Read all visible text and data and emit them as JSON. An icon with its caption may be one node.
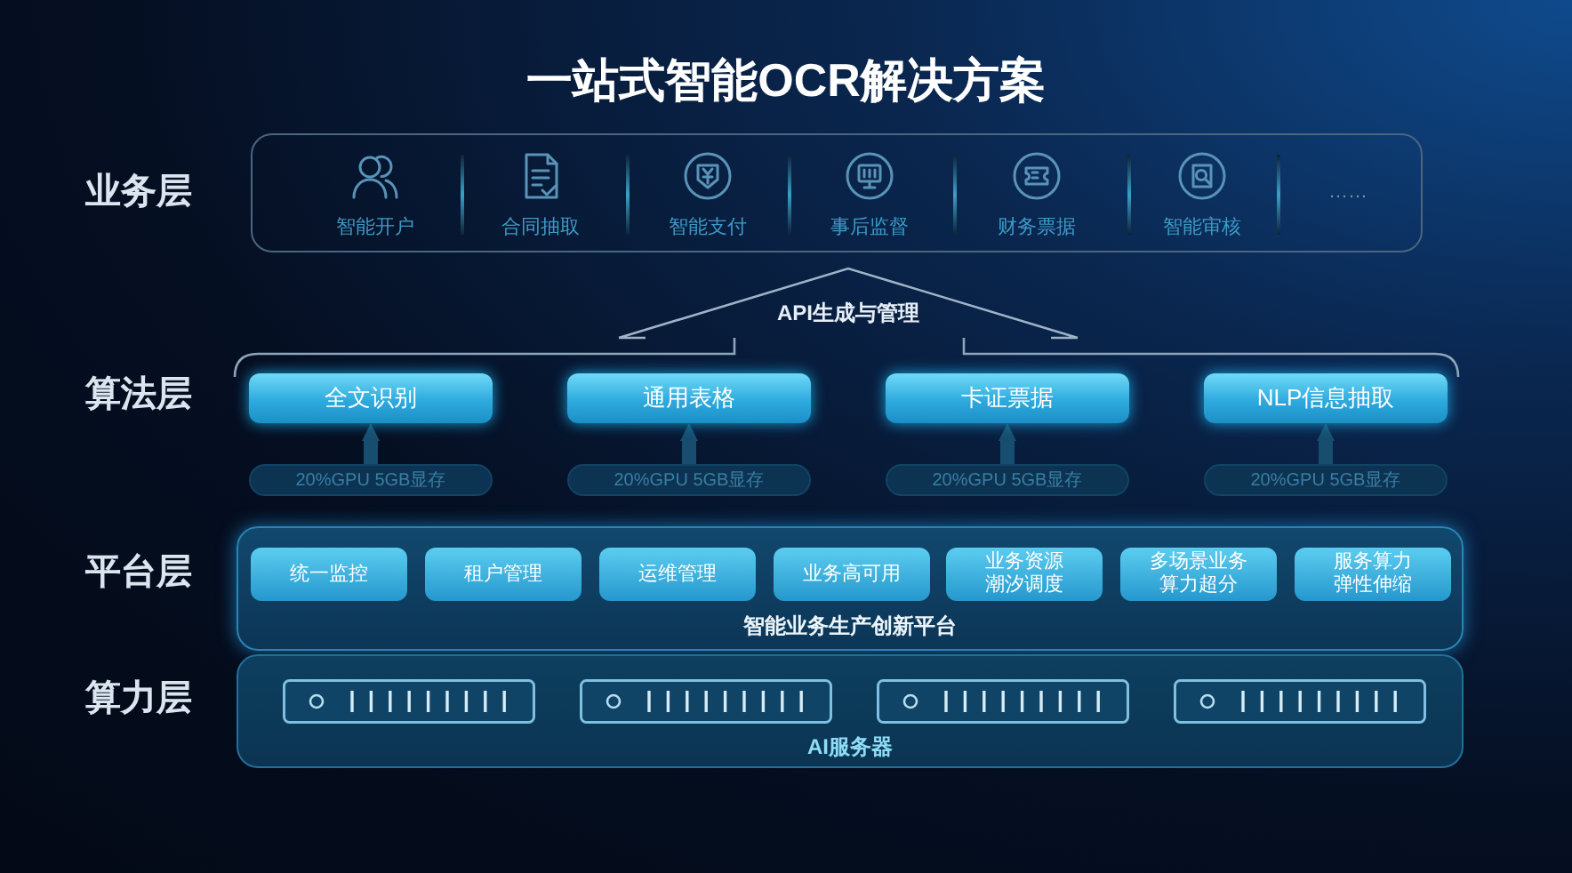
{
  "diagram": {
    "title": "一站式智能OCR解决方案",
    "nodes": [
      {
        "text": [],
        "shape": "box"
      },
      {
        "text": [
          "智能开户"
        ],
        "in": 0
      },
      {
        "text": [
          "合同抽取"
        ],
        "in": 0
      },
      {
        "text": [
          "智能支付"
        ],
        "in": 0
      },
      {
        "text": [
          "事后监督"
        ],
        "in": 0
      },
      {
        "text": [
          "财务票据"
        ],
        "in": 0
      },
      {
        "text": [
          "智能审核"
        ],
        "in": 0
      },
      {
        "text": [
          "……"
        ],
        "in": 0
      },
      {
        "text": [
          "API生成与管理"
        ]
      },
      {
        "text": [
          "全文识别"
        ]
      },
      {
        "text": [
          "通用表格"
        ]
      },
      {
        "text": [
          "卡证票据"
        ]
      },
      {
        "text": [
          "NLP信息抽取"
        ]
      },
      {
        "text": [
          "20%GPU 5GB显存"
        ]
      },
      {
        "text": [
          "20%GPU 5GB显存"
        ]
      },
      {
        "text": [
          "20%GPU 5GB显存"
        ]
      },
      {
        "text": [
          "20%GPU 5GB显存"
        ]
      },
      {
        "text": [
          "智能业务生产创新平台"
        ]
      },
      {
        "text": [
          "统一监控"
        ],
        "in": 17
      },
      {
        "text": [
          "租户管理"
        ],
        "in": 17
      },
      {
        "text": [
          "运维管理"
        ],
        "in": 17
      },
      {
        "text": [
          "业务高可用"
        ],
        "in": 17
      },
      {
        "text": [
          "业务资源潮汐调度"
        ],
        "in": 17
      },
      {
        "text": [
          "多场景业务算力超分"
        ],
        "in": 17
      },
      {
        "text": [
          "服务算力弹性伸缩"
        ],
        "in": 17
      },
      {
        "text": [
          "AI服务器"
        ]
      }
    ],
    "edges": [
      {
        "from": 13,
        "to": 9,
        "arrow": "to"
      },
      {
        "from": 14,
        "to": 10,
        "arrow": "to"
      },
      {
        "from": 15,
        "to": 11,
        "arrow": "to"
      },
      {
        "from": 16,
        "to": 12,
        "arrow": "to"
      }
    ],
    "labels": [
      "业务层",
      "算法层",
      "平台层",
      "算力层"
    ]
  }
}
